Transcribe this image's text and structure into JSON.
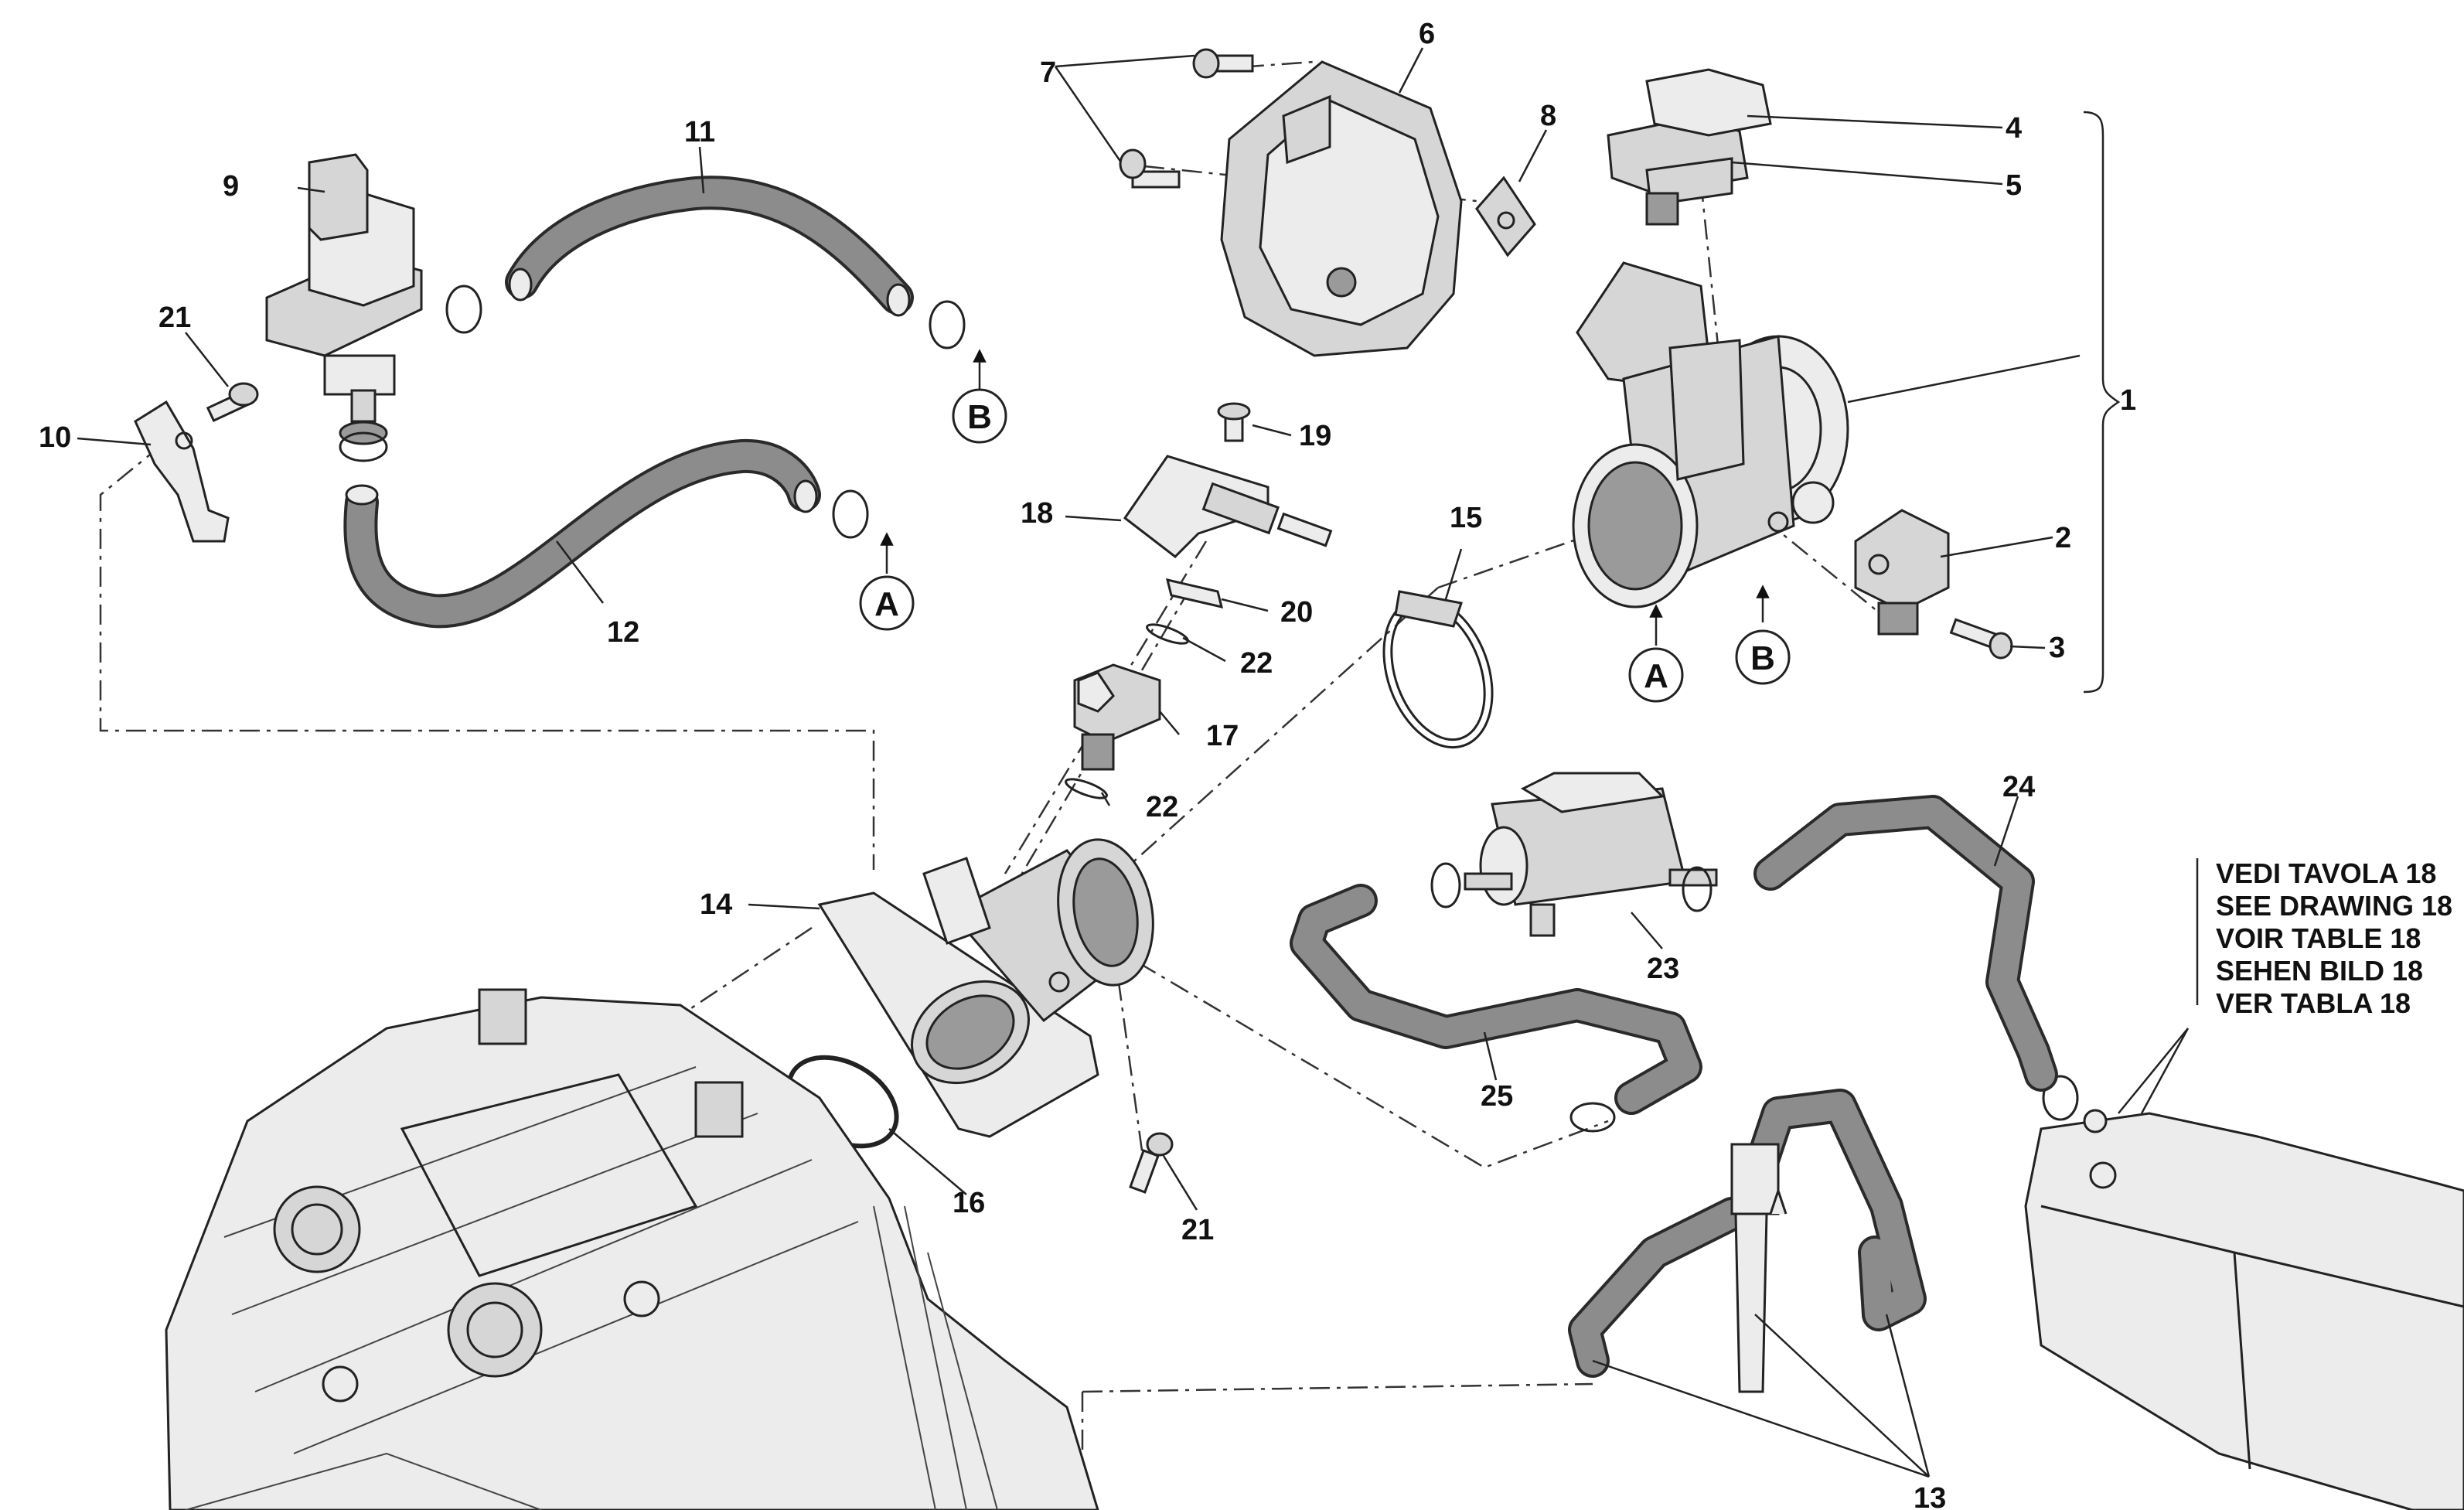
{
  "labels": {
    "l1": "1",
    "l2": "2",
    "l3": "3",
    "l4": "4",
    "l5": "5",
    "l6": "6",
    "l7": "7",
    "l8": "8",
    "l9": "9",
    "l10": "10",
    "l11": "11",
    "l12": "12",
    "l13": "13",
    "l14": "14",
    "l15": "15",
    "l16": "16",
    "l17": "17",
    "l18": "18",
    "l19": "19",
    "l20": "20",
    "l21a": "21",
    "l21b": "21",
    "l22a": "22",
    "l22b": "22",
    "l23": "23",
    "l24": "24",
    "l25": "25"
  },
  "refs": {
    "a1": "A",
    "a2": "A",
    "b1": "B",
    "b2": "B"
  },
  "note": {
    "line1": "VEDI TAVOLA 18",
    "line2": "SEE DRAWING 18",
    "line3": "VOIR TABLE 18",
    "line4": "SEHEN BILD 18",
    "line5": "VER TABLA 18"
  }
}
